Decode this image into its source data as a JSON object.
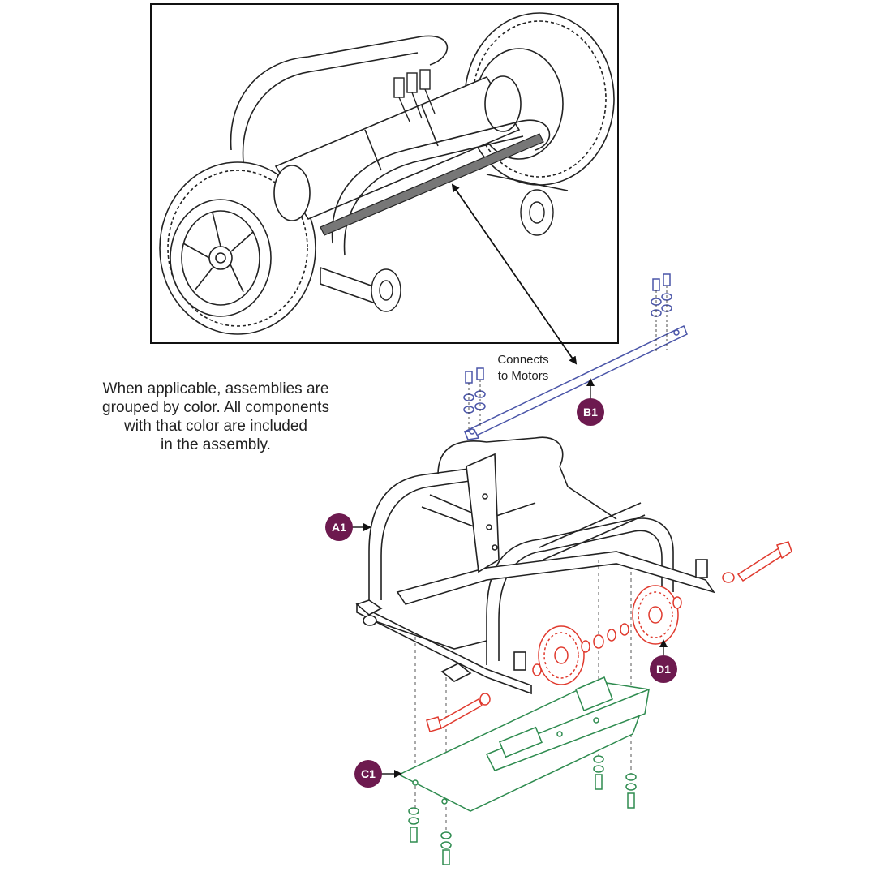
{
  "note": {
    "line1": "When applicable, assemblies are",
    "line2": "grouped by color. All components",
    "line3": "with that color are included",
    "line4": "in the assembly."
  },
  "connects": {
    "line1": "Connects",
    "line2": "to Motors"
  },
  "callouts": {
    "a1": "A1",
    "b1": "B1",
    "c1": "C1",
    "d1": "D1"
  },
  "colors": {
    "callout_fill": "#6d1a4f",
    "assembly_b1": "#4a55a8",
    "assembly_c1": "#2e8b4f",
    "assembly_d1": "#e03a2e",
    "line": "#222222"
  }
}
